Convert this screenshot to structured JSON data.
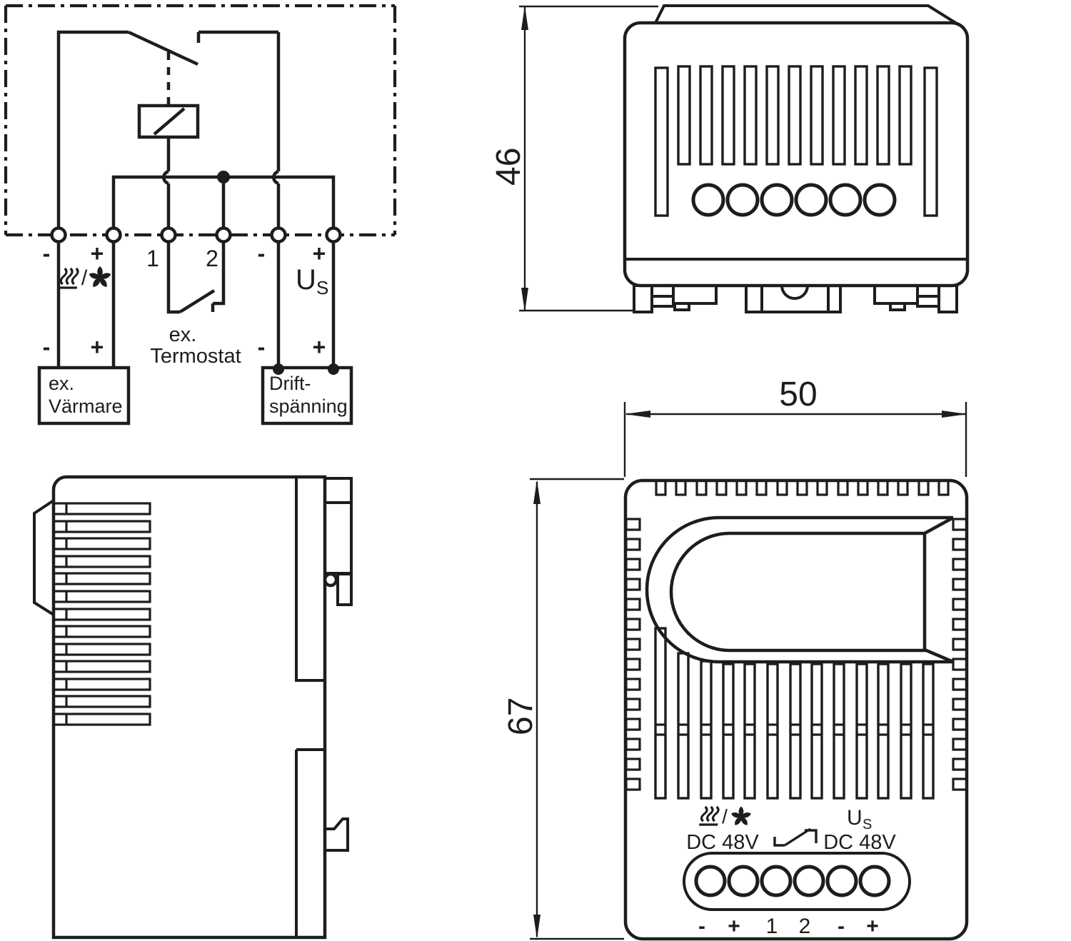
{
  "colors": {
    "ink": "#1d1d1b",
    "background": "#ffffff"
  },
  "wiring": {
    "terminal_labels": [
      "-",
      "+",
      "1",
      "2",
      "-",
      "+"
    ],
    "secondary_labels": [
      "-",
      "+",
      "-",
      "+"
    ],
    "slash": "/",
    "us": {
      "base": "U",
      "sub": "S"
    },
    "thermostat": {
      "line1": "ex.",
      "line2": "Termostat"
    },
    "heater_box": {
      "line1": "ex.",
      "line2": "Värmare"
    },
    "supply_box": {
      "line1": "Drift-",
      "line2": "spänning"
    },
    "icons": {
      "heater": "heat-waves-icon",
      "fan": "fan-icon",
      "relay": "relay-coil-icon",
      "contact": "switch-contact-icon"
    }
  },
  "dimensions": {
    "top_view_height": "46",
    "front_view_width": "50",
    "front_view_height": "67"
  },
  "front_panel": {
    "slash": "/",
    "us": {
      "base": "U",
      "sub": "S"
    },
    "dc_left": "DC 48V",
    "dc_right": "DC 48V",
    "terminal_labels": [
      "-",
      "+",
      "1",
      "2",
      "-",
      "+"
    ],
    "icons": {
      "heater": "heat-waves-icon",
      "fan": "fan-icon",
      "contact": "switch-contact-icon"
    }
  }
}
